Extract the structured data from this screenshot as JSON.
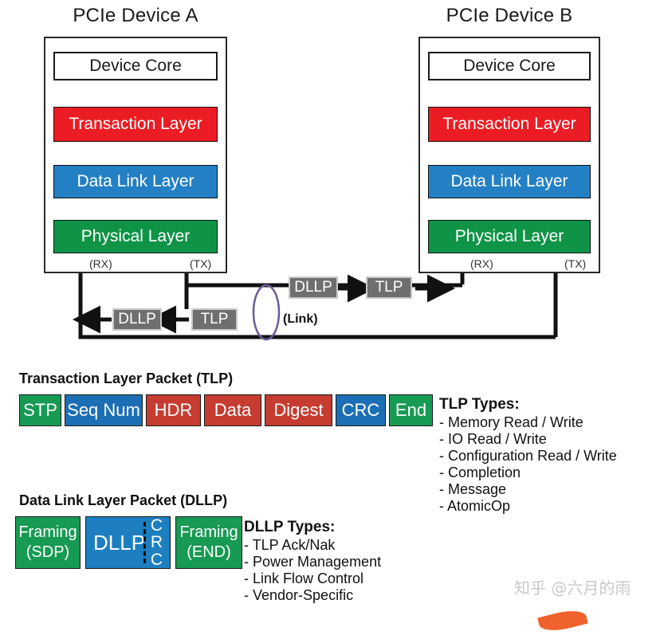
{
  "devices": [
    {
      "title": "PCIe Device A",
      "core": "Device Core",
      "layers": [
        "Transaction Layer",
        "Data Link Layer",
        "Physical Layer"
      ],
      "rx": "(RX)",
      "tx": "(TX)"
    },
    {
      "title": "PCIe Device B",
      "core": "Device Core",
      "layers": [
        "Transaction Layer",
        "Data Link Layer",
        "Physical Layer"
      ],
      "rx": "(RX)",
      "tx": "(TX)"
    }
  ],
  "link": {
    "label": "(Link)",
    "upper_chips": [
      "DLLP",
      "TLP"
    ],
    "lower_chips": [
      "DLLP",
      "TLP"
    ]
  },
  "tlp_section": {
    "heading": "Transaction Layer Packet (TLP)",
    "fields": [
      {
        "label": "STP",
        "color": "#179a53",
        "width": 53
      },
      {
        "label": "Seq Num",
        "color": "#1c6fb5",
        "width": 98
      },
      {
        "label": "HDR",
        "color": "#c63c31",
        "width": 69
      },
      {
        "label": "Data",
        "color": "#c63c31",
        "width": 72
      },
      {
        "label": "Digest",
        "color": "#c63c31",
        "width": 85
      },
      {
        "label": "CRC",
        "color": "#1c6fb5",
        "width": 63
      },
      {
        "label": "End",
        "color": "#179a53",
        "width": 55
      }
    ]
  },
  "dllp_section": {
    "heading": "Data Link Layer Packet (DLLP)",
    "framing_start": [
      "Framing",
      "(SDP)"
    ],
    "framing_end": [
      "Framing",
      "(END)"
    ],
    "mid_label": "DLLP",
    "mid_crc": [
      "C",
      "R",
      "C"
    ]
  },
  "tlp_types": {
    "heading": "TLP Types:",
    "items": [
      "- Memory Read / Write",
      "- IO Read / Write",
      "- Configuration Read / Write",
      "- Completion",
      "- Message",
      "- AtomicOp"
    ]
  },
  "dllp_types": {
    "heading": "DLLP Types:",
    "items": [
      "- TLP Ack/Nak",
      "- Power Management",
      "- Link Flow Control",
      "- Vendor-Specific"
    ]
  },
  "watermark": {
    "text": "知乎 @六月的雨"
  },
  "colors": {
    "transaction_layer": "#ec1c24",
    "data_link_layer": "#2380c4",
    "physical_layer": "#0f9447",
    "chip_gray": "#6f6f6f",
    "link_ellipse": "#6b5b95"
  }
}
